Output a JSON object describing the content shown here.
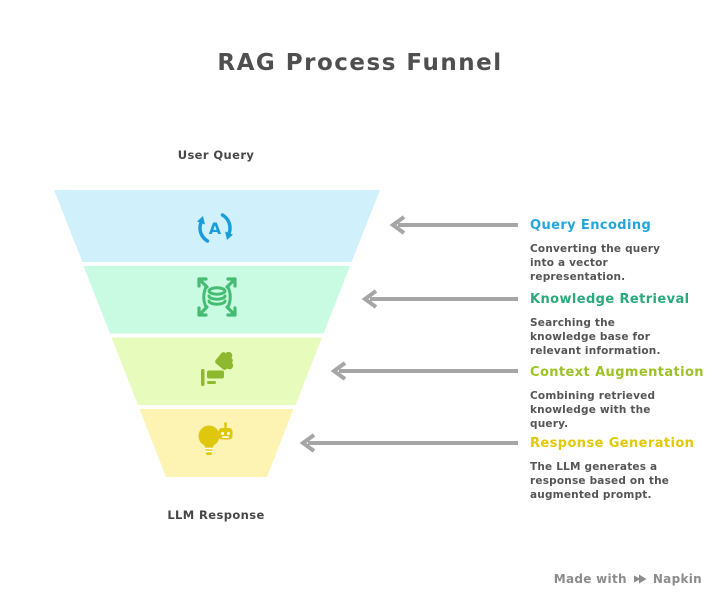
{
  "title": "RAG Process Funnel",
  "funnel": {
    "top_label": "User Query",
    "bottom_label": "LLM Response",
    "layers": [
      {
        "name": "Query Encoding",
        "color": "#d0f0fc",
        "icon": "translate-cycle-icon",
        "icon_color": "#1b9ed8",
        "letter": "A"
      },
      {
        "name": "Knowledge Retrieval",
        "color": "#c8fbe2",
        "icon": "expand-database-icon",
        "icon_color": "#45bc72"
      },
      {
        "name": "Context Augmentation",
        "color": "#e6fbbc",
        "icon": "puzzle-flag-icon",
        "icon_color": "#8eb82e"
      },
      {
        "name": "Response Generation",
        "color": "#fdf3b3",
        "icon": "bulb-robot-icon",
        "icon_color": "#dfc70e"
      }
    ]
  },
  "steps": [
    {
      "title": "Query Encoding",
      "title_color": "#23a5dd",
      "description": "Converting the query into a vector representation."
    },
    {
      "title": "Knowledge Retrieval",
      "title_color": "#2aaa7a",
      "description": "Searching the knowledge base for relevant information."
    },
    {
      "title": "Context Augmentation",
      "title_color": "#9cc226",
      "description": "Combining retrieved knowledge with the query."
    },
    {
      "title": "Response Generation",
      "title_color": "#e2c908",
      "description": "The LLM generates a response based on the augmented prompt."
    }
  ],
  "footer": {
    "credit": "Made with",
    "brand": "Napkin"
  },
  "colors": {
    "arrow": "#a6a6a6",
    "text_dark": "#4f4f4f",
    "footer_gray": "#8c8c8c"
  }
}
